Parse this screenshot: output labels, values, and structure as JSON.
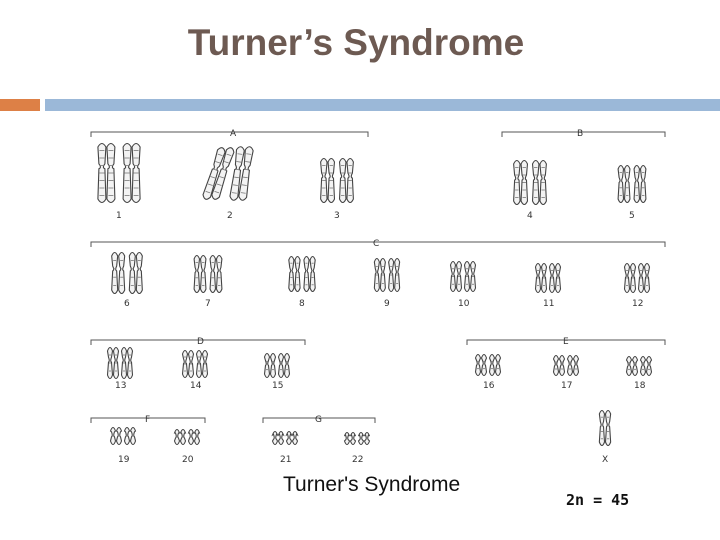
{
  "slide": {
    "title": "Turner’s Syndrome"
  },
  "karyotype": {
    "caption": "Turner's Syndrome",
    "formula": "2n = 45",
    "groups": [
      {
        "name": "A",
        "pairs": [
          "1",
          "2",
          "3"
        ]
      },
      {
        "name": "B",
        "pairs": [
          "4",
          "5"
        ]
      },
      {
        "name": "C",
        "pairs": [
          "6",
          "7",
          "8",
          "9",
          "10",
          "11",
          "12"
        ]
      },
      {
        "name": "D",
        "pairs": [
          "13",
          "14",
          "15"
        ]
      },
      {
        "name": "E",
        "pairs": [
          "16",
          "17",
          "18"
        ]
      },
      {
        "name": "F",
        "pairs": [
          "19",
          "20"
        ]
      },
      {
        "name": "G",
        "pairs": [
          "21",
          "22"
        ]
      }
    ],
    "sex_chromosome": "X"
  },
  "colors": {
    "title": "#6d5a52",
    "accent": "#dd8046",
    "rule": "#9bb8d8"
  }
}
